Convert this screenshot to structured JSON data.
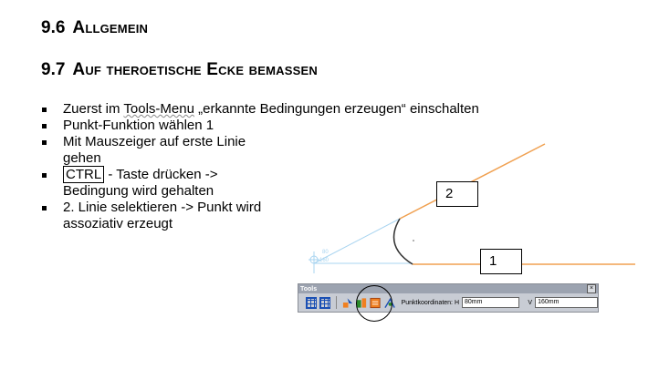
{
  "headings": [
    {
      "number": "9.6",
      "title": "Allgemein"
    },
    {
      "number": "9.7",
      "title": "Auf theroetische Ecke bemassen"
    }
  ],
  "bullets": {
    "b1_pre": "Zuerst im ",
    "b1_tools": "Tools-Menu",
    "b1_post": " „erkannte Bedingungen erzeugen“ einschalten",
    "b2": "Punkt-Funktion wählen 1",
    "b3": "Mit Mauszeiger auf erste Linie gehen",
    "b4_key": "CTRL",
    "b4_post": " - Taste drücken -> Bedingung wird gehalten",
    "b5": "2. Linie selektieren -> Punkt wird assoziativ erzeugt"
  },
  "sketch": {
    "label_2": "2",
    "label_1": "1",
    "dim_top": "80",
    "dim_bottom": "160",
    "line_color": "#f0a050",
    "construction_color": "#a8d4f0"
  },
  "toolbar": {
    "title": "Tools",
    "close": "×",
    "coord_label": "Punktkoordinaten: H",
    "h_value": "80mm",
    "v_label": "V",
    "v_value": "160mm"
  }
}
